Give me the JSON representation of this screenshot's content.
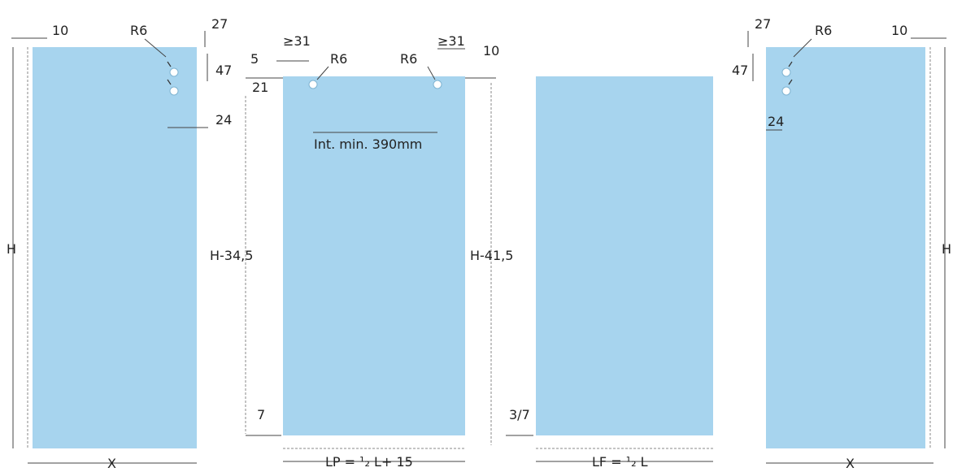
{
  "panels": {
    "left_side": {
      "width": "10",
      "radius": "R6",
      "top": "27",
      "hole_gap": "47",
      "inset": "24",
      "height": "H",
      "bottom": "X"
    },
    "back": {
      "notch_w": "5",
      "notch_h": "21",
      "min_left": "≥31",
      "min_right": "≥31",
      "radius_left": "R6",
      "radius_right": "R6",
      "offset_right": "10",
      "interval": "Int. min. 390mm",
      "height_left": "H-34,5",
      "bottom_gap": "7",
      "bottom": "LP = ¹₂ L+ 15"
    },
    "front": {
      "height_left": "H-41,5",
      "bottom_gap": "3/7",
      "bottom": "LF = ¹₂ L"
    },
    "right_side": {
      "top": "27",
      "radius": "R6",
      "width": "10",
      "hole_gap": "47",
      "inset": "24",
      "height": "H",
      "bottom": "X"
    }
  },
  "colors": {
    "panel": "#a7d4ee",
    "line": "#444444"
  }
}
